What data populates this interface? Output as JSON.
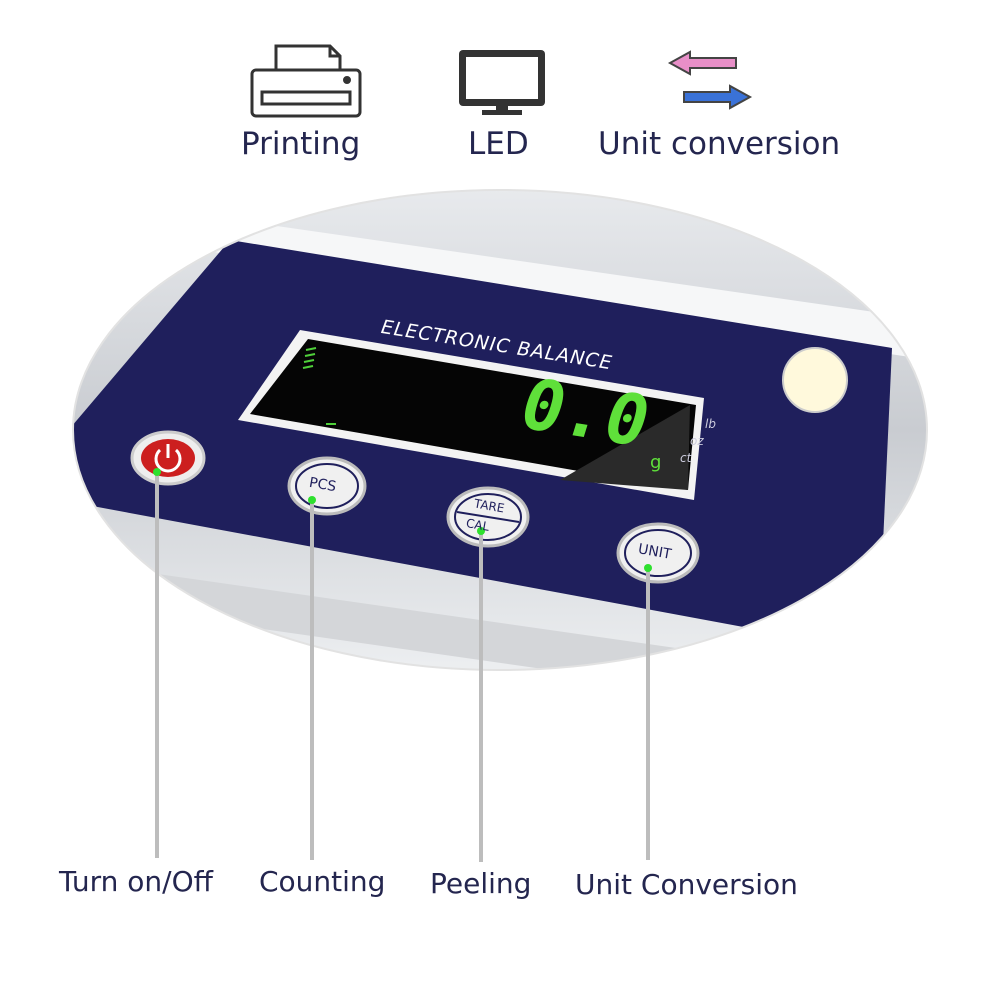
{
  "features": [
    {
      "label": "Printing",
      "icon": "printer-icon"
    },
    {
      "label": "LED",
      "icon": "monitor-icon"
    },
    {
      "label": "Unit conversion",
      "icon": "arrows-exchange-icon"
    }
  ],
  "scale": {
    "panel_title": "ELECTRONIC BALANCE",
    "reading": "0.0",
    "reading_unit": "g",
    "units": [
      "lb",
      "oz",
      "ct"
    ],
    "panel_color": "#1f1f5c",
    "display_color": "#5fe03a",
    "buttons": [
      {
        "key": "power",
        "text": "",
        "callout": "Turn on/Off"
      },
      {
        "key": "pcs",
        "text": "PCS",
        "callout": "Counting"
      },
      {
        "key": "tare",
        "text": "TARE",
        "text2": "CAL",
        "callout": "Peeling"
      },
      {
        "key": "unit",
        "text": "UNIT",
        "callout": "Unit Conversion"
      }
    ]
  }
}
